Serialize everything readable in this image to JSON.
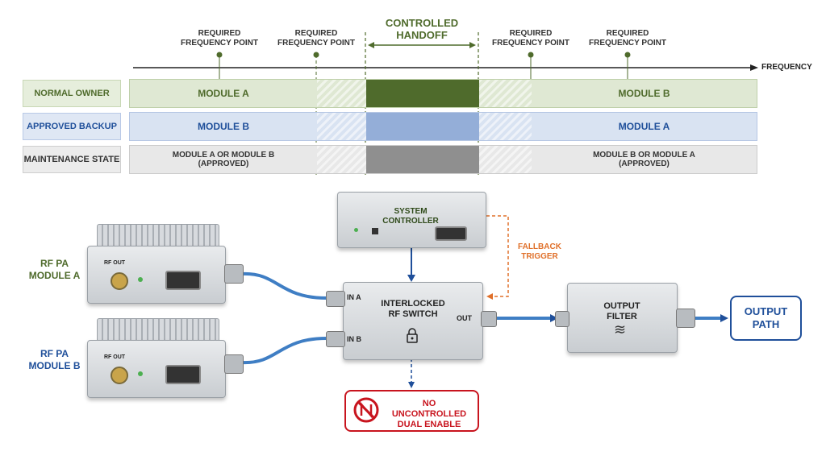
{
  "timeline": {
    "axis_label": "FREQUENCY",
    "markers": [
      "REQUIRED\nFREQUENCY POINT",
      "REQUIRED\nFREQUENCY POINT",
      "REQUIRED\nFREQUENCY POINT",
      "REQUIRED\nFREQUENCY POINT"
    ],
    "handoff_label": "CONTROLLED\nHANDOFF"
  },
  "rows": {
    "normal_owner": {
      "label": "NORMAL OWNER",
      "left": "MODULE A",
      "right": "MODULE B"
    },
    "approved_backup": {
      "label": "APPROVED BACKUP",
      "left": "MODULE B",
      "right": "MODULE A"
    },
    "maintenance_state": {
      "label": "MAINTENANCE STATE",
      "left": "MODULE A OR MODULE B\n(APPROVED)",
      "right": "MODULE B OR MODULE A\n(APPROVED)"
    }
  },
  "hardware": {
    "module_a_label": "RF PA\nMODULE A",
    "module_b_label": "RF PA\nMODULE B",
    "rf_out": "RF OUT",
    "controller": "SYSTEM\nCONTROLLER",
    "fallback": "FALLBACK\nTRIGGER",
    "switch": "INTERLOCKED\nRF SWITCH",
    "in_a": "IN A",
    "in_b": "IN B",
    "out": "OUT",
    "filter": "OUTPUT\nFILTER",
    "output_path": "OUTPUT\nPATH",
    "warning": "NO UNCONTROLLED\nDUAL ENABLE"
  },
  "colors": {
    "green": "#4f6b2c",
    "blue": "#1f4f9a",
    "orange": "#e0702a",
    "red": "#c8141e",
    "gray": "#555555"
  }
}
